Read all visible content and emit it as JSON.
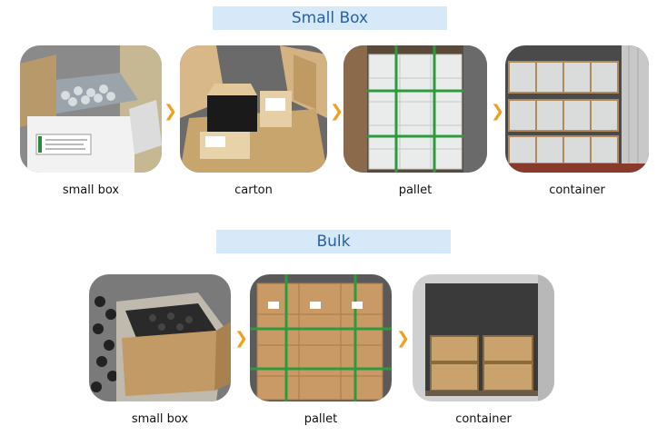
{
  "sections": {
    "small_box": {
      "title": "Small Box",
      "steps": [
        {
          "label": "small box"
        },
        {
          "label": "carton"
        },
        {
          "label": "pallet"
        },
        {
          "label": "container"
        }
      ]
    },
    "bulk": {
      "title": "Bulk",
      "steps": [
        {
          "label": "small box"
        },
        {
          "label": "pallet"
        },
        {
          "label": "container"
        }
      ]
    }
  },
  "arrow_icon": "chevron-right-icon",
  "colors": {
    "banner_bg": "#d6e9f8",
    "banner_text": "#2a5fa8",
    "arrow": "#f0a020"
  }
}
